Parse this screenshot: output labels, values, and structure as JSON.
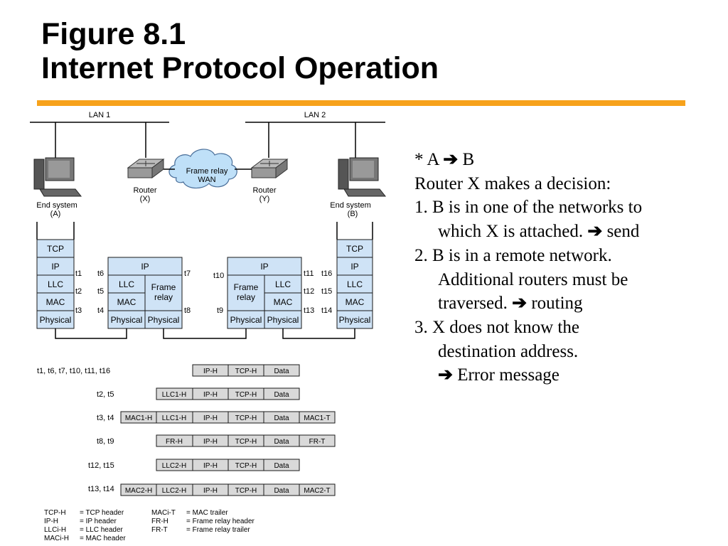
{
  "title": {
    "line1": "Figure 8.1",
    "line2": "Internet Protocol Operation"
  },
  "notes": {
    "l1_a": "* A",
    "l1_b": "B",
    "l2": "Router X makes a decision:",
    "l3": "1. B is in one of the networks to",
    "l4": "which X is attached.",
    "l4_b": "send",
    "l5": "2. B is in a remote network.",
    "l6": "Additional routers must be",
    "l7": "traversed.",
    "l7_b": "routing",
    "l8": "3. X does not know the",
    "l9": "destination address.",
    "l10": "Error message"
  },
  "diagram": {
    "lan1": "LAN 1",
    "lan2": "LAN 2",
    "frame_relay_1": "Frame relay",
    "frame_relay_2": "WAN",
    "router_x_1": "Router",
    "router_x_2": "(X)",
    "router_y_1": "Router",
    "router_y_2": "(Y)",
    "es_a_1": "End system",
    "es_a_2": "(A)",
    "es_b_1": "End system",
    "es_b_2": "(B)",
    "tcp": "TCP",
    "ip": "IP",
    "llc": "LLC",
    "mac": "MAC",
    "physical": "Physical",
    "frame_relay_layer_1": "Frame",
    "frame_relay_layer_2": "relay",
    "t1": "t1",
    "t2": "t2",
    "t3": "t3",
    "t4": "t4",
    "t5": "t5",
    "t6": "t6",
    "t7": "t7",
    "t8": "t8",
    "t9": "t9",
    "t10": "t10",
    "t11": "t11",
    "t12": "t12",
    "t13": "t13",
    "t14": "t14",
    "t15": "t15",
    "t16": "t16"
  },
  "frames": {
    "row1_label": "t1, t6, t7, t10, t11, t16",
    "row2_label": "t2, t5",
    "row3_label": "t3, t4",
    "row4_label": "t8, t9",
    "row5_label": "t12, t15",
    "row6_label": "t13, t14",
    "ip_h": "IP-H",
    "tcp_h": "TCP-H",
    "data": "Data",
    "llc1_h": "LLC1-H",
    "mac1_h": "MAC1-H",
    "mac1_t": "MAC1-T",
    "fr_h": "FR-H",
    "fr_t": "FR-T",
    "llc2_h": "LLC2-H",
    "mac2_h": "MAC2-H",
    "mac2_t": "MAC2-T"
  },
  "legend": {
    "a1": "TCP-H",
    "a2": "IP-H",
    "a3": "LLCi-H",
    "a4": "MACi-H",
    "b1": "= TCP header",
    "b2": "= IP header",
    "b3": "= LLC header",
    "b4": "= MAC header",
    "c1": "MACi-T",
    "c2": "FR-H",
    "c3": "FR-T",
    "d1": "= MAC trailer",
    "d2": "= Frame relay header",
    "d3": "= Frame relay trailer"
  },
  "colors": {
    "accent": "#f7a21b",
    "layer_fill": "#cfe3f6",
    "frame_fill": "#d9d9d9",
    "cloud_fill": "#bfe0f8"
  }
}
